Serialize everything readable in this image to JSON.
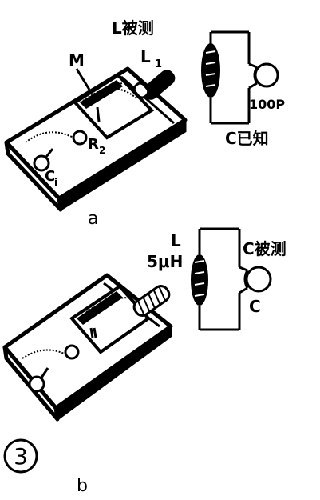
{
  "diagram_a": {
    "label_L_measured": "L被测",
    "label_L1": "L",
    "label_L1_sub": "1",
    "label_M": "M",
    "label_100P": "100P",
    "label_C_known": "C已知",
    "label_R2": "R",
    "label_R2_sub": "2",
    "label_C1": "C",
    "label_C1_sub": "i",
    "caption": "a"
  },
  "diagram_b": {
    "label_L": "L",
    "label_5uH": "5μH",
    "label_C_measured": "C被测",
    "label_C": "C",
    "caption": "b"
  },
  "figure_number": "3"
}
